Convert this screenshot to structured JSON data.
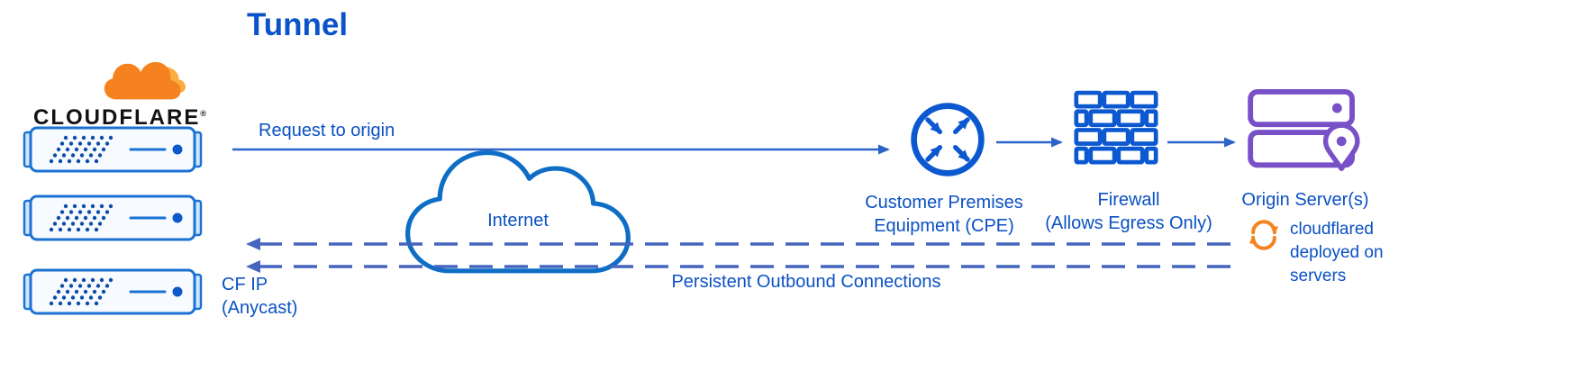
{
  "title": "Tunnel",
  "logo": {
    "brand": "CLOUDFLARE",
    "registered": "®"
  },
  "labels": {
    "request_to_origin": "Request to origin",
    "internet": "Internet",
    "cpe": "Customer Premises\nEquipment (CPE)",
    "firewall": "Firewall\n(Allows Egress Only)",
    "origin_servers": "Origin Server(s)",
    "cloudflared": "cloudflared\ndeployed on\nservers",
    "persistent_connections": "Persistent Outbound Connections",
    "cf_ip": "CF IP\n(Anycast)"
  },
  "colors": {
    "label_blue": "#0a51c3",
    "diagram_blue": "#0b58d0",
    "arrow_blue": "#2b63c9",
    "dashed_blue": "#4565be",
    "cloud_blue": "#0e6ec6",
    "server_blue": "#1b72d2",
    "origin_purple": "#7850c8",
    "cf_orange": "#f6821f",
    "cf_orange_light": "#fbad41",
    "brand_black": "#121212"
  },
  "icons": {
    "cloudflare_logo": "cloudflare-cloud",
    "edge_servers": "server-rack",
    "internet": "cloud-outline",
    "cpe": "router-circle-arrows",
    "firewall": "brick-wall",
    "origin": "stacked-servers-location-pin",
    "cloudflared": "sync-circular-arrows"
  }
}
